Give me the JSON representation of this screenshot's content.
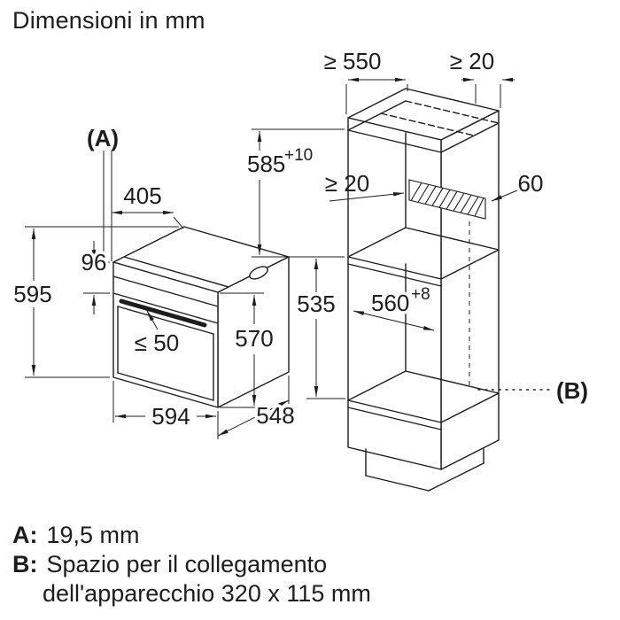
{
  "title": "Dimensioni in mm",
  "oven": {
    "label_a": "(A)",
    "dim_top_depth": "405",
    "dim_panel_height": "96",
    "dim_height": "595",
    "dim_handle": "≤ 50",
    "dim_door_height": "570",
    "dim_width": "594",
    "dim_depth": "548"
  },
  "cabinet": {
    "dim_min_depth": "≥ 550",
    "dim_top_gap": "≥ 20",
    "dim_niche_height": "585",
    "dim_niche_height_tol": "+10",
    "dim_rear_gap": "≥ 20",
    "dim_connection_depth": "60",
    "dim_lower_height": "535",
    "dim_niche_width": "560",
    "dim_niche_width_tol": "+8",
    "label_b": "(B)"
  },
  "legend": {
    "a_key": "A:",
    "a_value": "19,5 mm",
    "b_key": "B:",
    "b_value_line1": "Spazio per il collegamento",
    "b_value_line2": "dell'apparecchio 320 x 115 mm"
  }
}
